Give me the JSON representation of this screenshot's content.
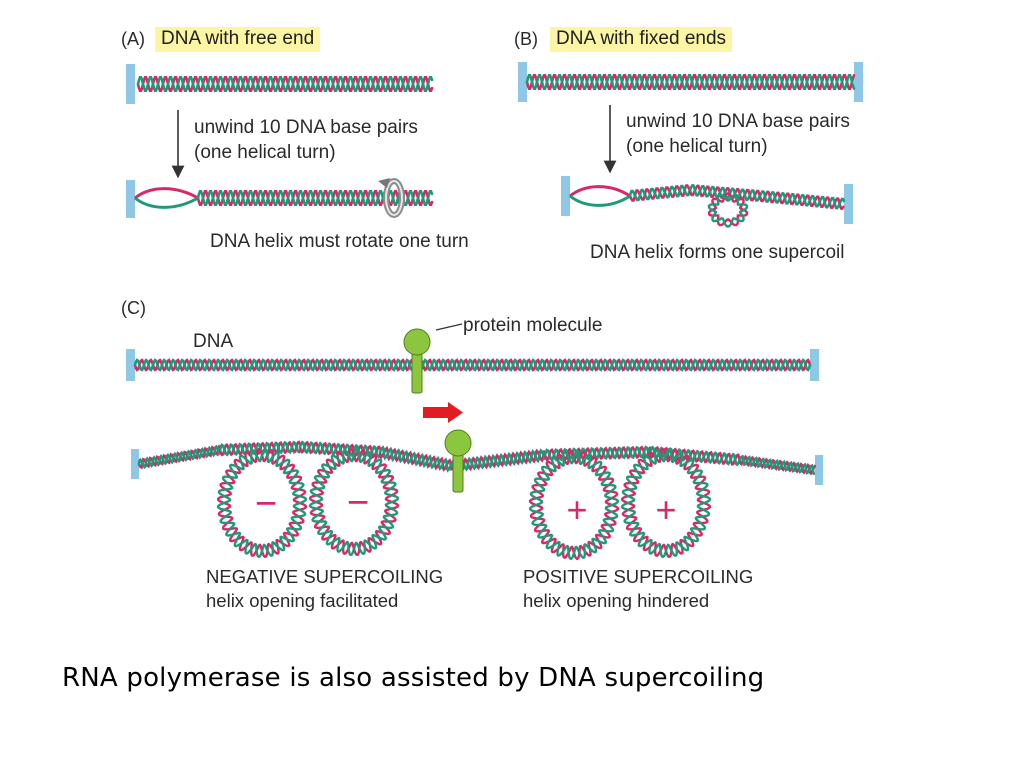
{
  "panel_a": {
    "tag": "(A)",
    "title": "DNA with free end",
    "step_line1": "unwind 10 DNA base pairs",
    "step_line2": "(one helical turn)",
    "result": "DNA helix must rotate one turn"
  },
  "panel_b": {
    "tag": "(B)",
    "title": "DNA with fixed ends",
    "step_line1": "unwind 10 DNA base pairs",
    "step_line2": "(one helical turn)",
    "result": "DNA helix forms one supercoil"
  },
  "panel_c": {
    "tag": "(C)",
    "dna_label": "DNA",
    "protein_label": "protein molecule",
    "neg_sign": "−",
    "pos_sign": "+",
    "negative_title": "NEGATIVE SUPERCOILING",
    "negative_sub": "helix opening facilitated",
    "positive_title": "POSITIVE SUPERCOILING",
    "positive_sub": "helix opening hindered"
  },
  "footer": {
    "caption": "RNA polymerase is also assisted by DNA supercoiling"
  },
  "colors": {
    "strand_a": "#d8286a",
    "strand_b": "#1f9a78",
    "anchor": "#8fc8e6",
    "highlight": "#fbf5a4",
    "protein": "#8cc63f",
    "arrow": "#e31b23"
  }
}
